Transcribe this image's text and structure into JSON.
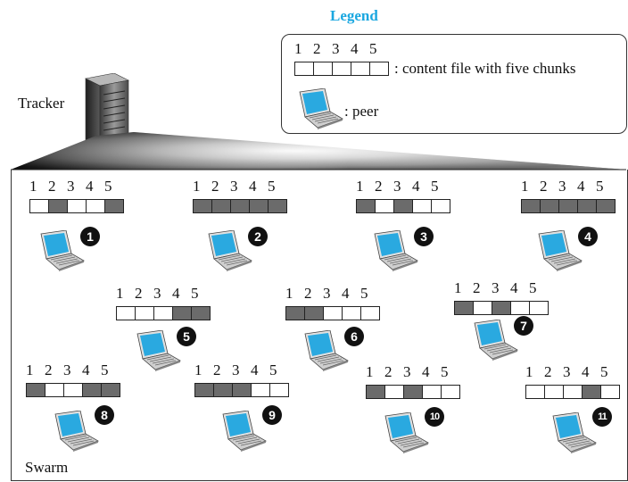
{
  "legend": {
    "title": "Legend",
    "chunk_numbers": [
      "1",
      "2",
      "3",
      "4",
      "5"
    ],
    "file_label": ": content file with five chunks",
    "peer_label": ": peer"
  },
  "tracker_label": "Tracker",
  "swarm_label": "Swarm",
  "chunk_numbers": [
    "1",
    "2",
    "3",
    "4",
    "5"
  ],
  "peers": [
    {
      "id": "1",
      "chunks": [
        0,
        1,
        0,
        0,
        1
      ]
    },
    {
      "id": "2",
      "chunks": [
        1,
        1,
        1,
        1,
        1
      ]
    },
    {
      "id": "3",
      "chunks": [
        1,
        0,
        1,
        0,
        0
      ]
    },
    {
      "id": "4",
      "chunks": [
        1,
        1,
        1,
        1,
        1
      ]
    },
    {
      "id": "5",
      "chunks": [
        0,
        0,
        0,
        1,
        1
      ]
    },
    {
      "id": "6",
      "chunks": [
        1,
        1,
        0,
        0,
        0
      ]
    },
    {
      "id": "7",
      "chunks": [
        1,
        0,
        1,
        0,
        0
      ]
    },
    {
      "id": "8",
      "chunks": [
        1,
        0,
        0,
        1,
        1
      ]
    },
    {
      "id": "9",
      "chunks": [
        1,
        1,
        1,
        0,
        0
      ]
    },
    {
      "id": "10",
      "chunks": [
        1,
        0,
        1,
        0,
        0
      ]
    },
    {
      "id": "11",
      "chunks": [
        0,
        0,
        0,
        1,
        0
      ]
    }
  ],
  "colors": {
    "legend_title": "#1aa7e0",
    "chunk_have": "#6b6b6b",
    "chunk_missing": "#ffffff",
    "screen": "#2aa9e0"
  }
}
